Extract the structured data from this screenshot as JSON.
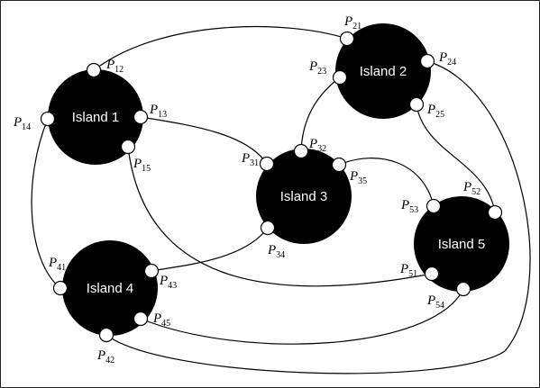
{
  "colors": {
    "island": "#000000",
    "port_fill": "#ffffff",
    "line": "#000000",
    "island_text": "#ffffff"
  },
  "islands": [
    {
      "id": "1",
      "label": "Island 1"
    },
    {
      "id": "2",
      "label": "Island 2"
    },
    {
      "id": "3",
      "label": "Island 3"
    },
    {
      "id": "4",
      "label": "Island 4"
    },
    {
      "id": "5",
      "label": "Island 5"
    }
  ],
  "ports": [
    {
      "id": "12",
      "letter": "P",
      "sub": "12"
    },
    {
      "id": "13",
      "letter": "P",
      "sub": "13"
    },
    {
      "id": "14",
      "letter": "P",
      "sub": "14"
    },
    {
      "id": "15",
      "letter": "P",
      "sub": "15"
    },
    {
      "id": "21",
      "letter": "P",
      "sub": "21"
    },
    {
      "id": "23",
      "letter": "P",
      "sub": "23"
    },
    {
      "id": "24",
      "letter": "P",
      "sub": "24"
    },
    {
      "id": "25",
      "letter": "P",
      "sub": "25"
    },
    {
      "id": "31",
      "letter": "P",
      "sub": "31"
    },
    {
      "id": "32",
      "letter": "P",
      "sub": "32"
    },
    {
      "id": "34",
      "letter": "P",
      "sub": "34"
    },
    {
      "id": "35",
      "letter": "P",
      "sub": "35"
    },
    {
      "id": "41",
      "letter": "P",
      "sub": "41"
    },
    {
      "id": "42",
      "letter": "P",
      "sub": "42"
    },
    {
      "id": "43",
      "letter": "P",
      "sub": "43"
    },
    {
      "id": "45",
      "letter": "P",
      "sub": "45"
    },
    {
      "id": "51",
      "letter": "P",
      "sub": "51"
    },
    {
      "id": "52",
      "letter": "P",
      "sub": "52"
    },
    {
      "id": "53",
      "letter": "P",
      "sub": "53"
    },
    {
      "id": "54",
      "letter": "P",
      "sub": "54"
    }
  ],
  "links": [
    [
      "12",
      "21"
    ],
    [
      "13",
      "31"
    ],
    [
      "14",
      "41"
    ],
    [
      "15",
      "51"
    ],
    [
      "23",
      "32"
    ],
    [
      "24",
      "42"
    ],
    [
      "25",
      "52"
    ],
    [
      "35",
      "53"
    ],
    [
      "34",
      "43"
    ],
    [
      "45",
      "54"
    ]
  ]
}
